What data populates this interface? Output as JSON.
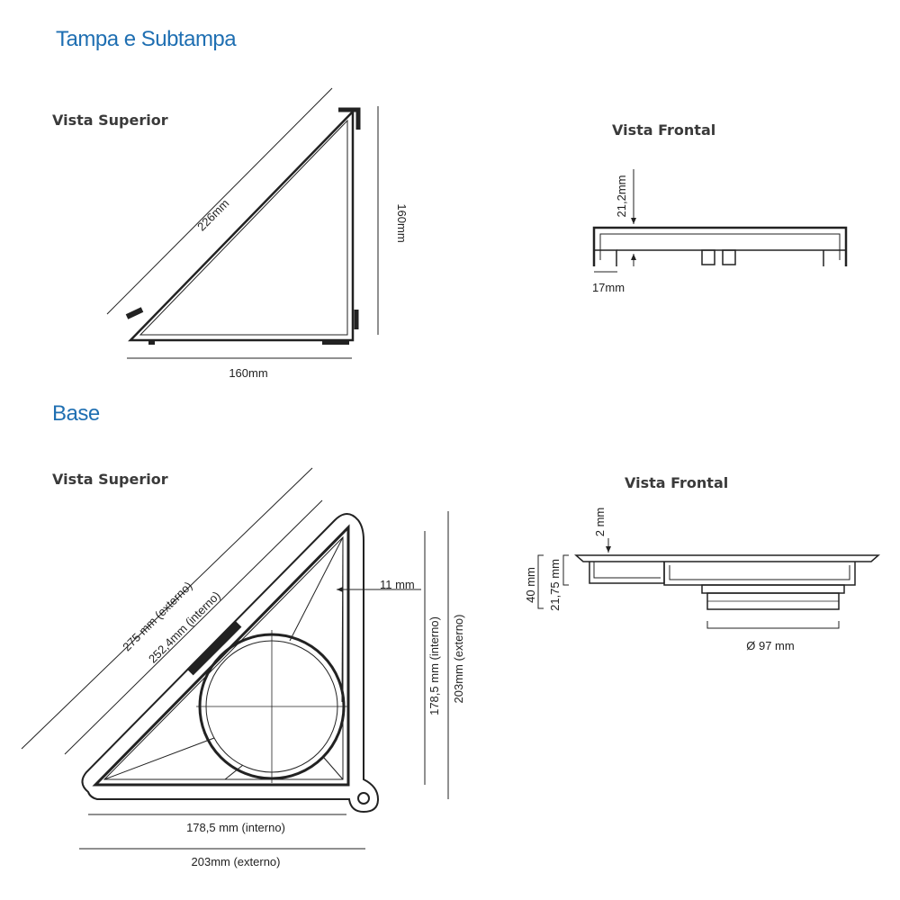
{
  "sections": {
    "lid": {
      "title": "Tampa e Subtampa",
      "top_view": {
        "title": "Vista Superior",
        "hypotenuse": "226mm",
        "height": "160mm",
        "width": "160mm"
      },
      "front_view": {
        "title": "Vista Frontal",
        "depth": "21,2mm",
        "leg": "17mm"
      }
    },
    "base": {
      "title": "Base",
      "top_view": {
        "title": "Vista Superior",
        "hyp_external": "275 mm (externo)",
        "hyp_internal": "252,4mm (interno)",
        "margin": "11 mm",
        "height_internal": "178,5 mm (interno)",
        "height_external": "203mm (externo)",
        "width_internal": "178,5 mm (interno)",
        "width_external": "203mm (externo)"
      },
      "front_view": {
        "title": "Vista Frontal",
        "thickness": "2 mm",
        "height_40": "40 mm",
        "height_21": "21,75 mm",
        "diameter": "Ø 97 mm"
      }
    }
  }
}
